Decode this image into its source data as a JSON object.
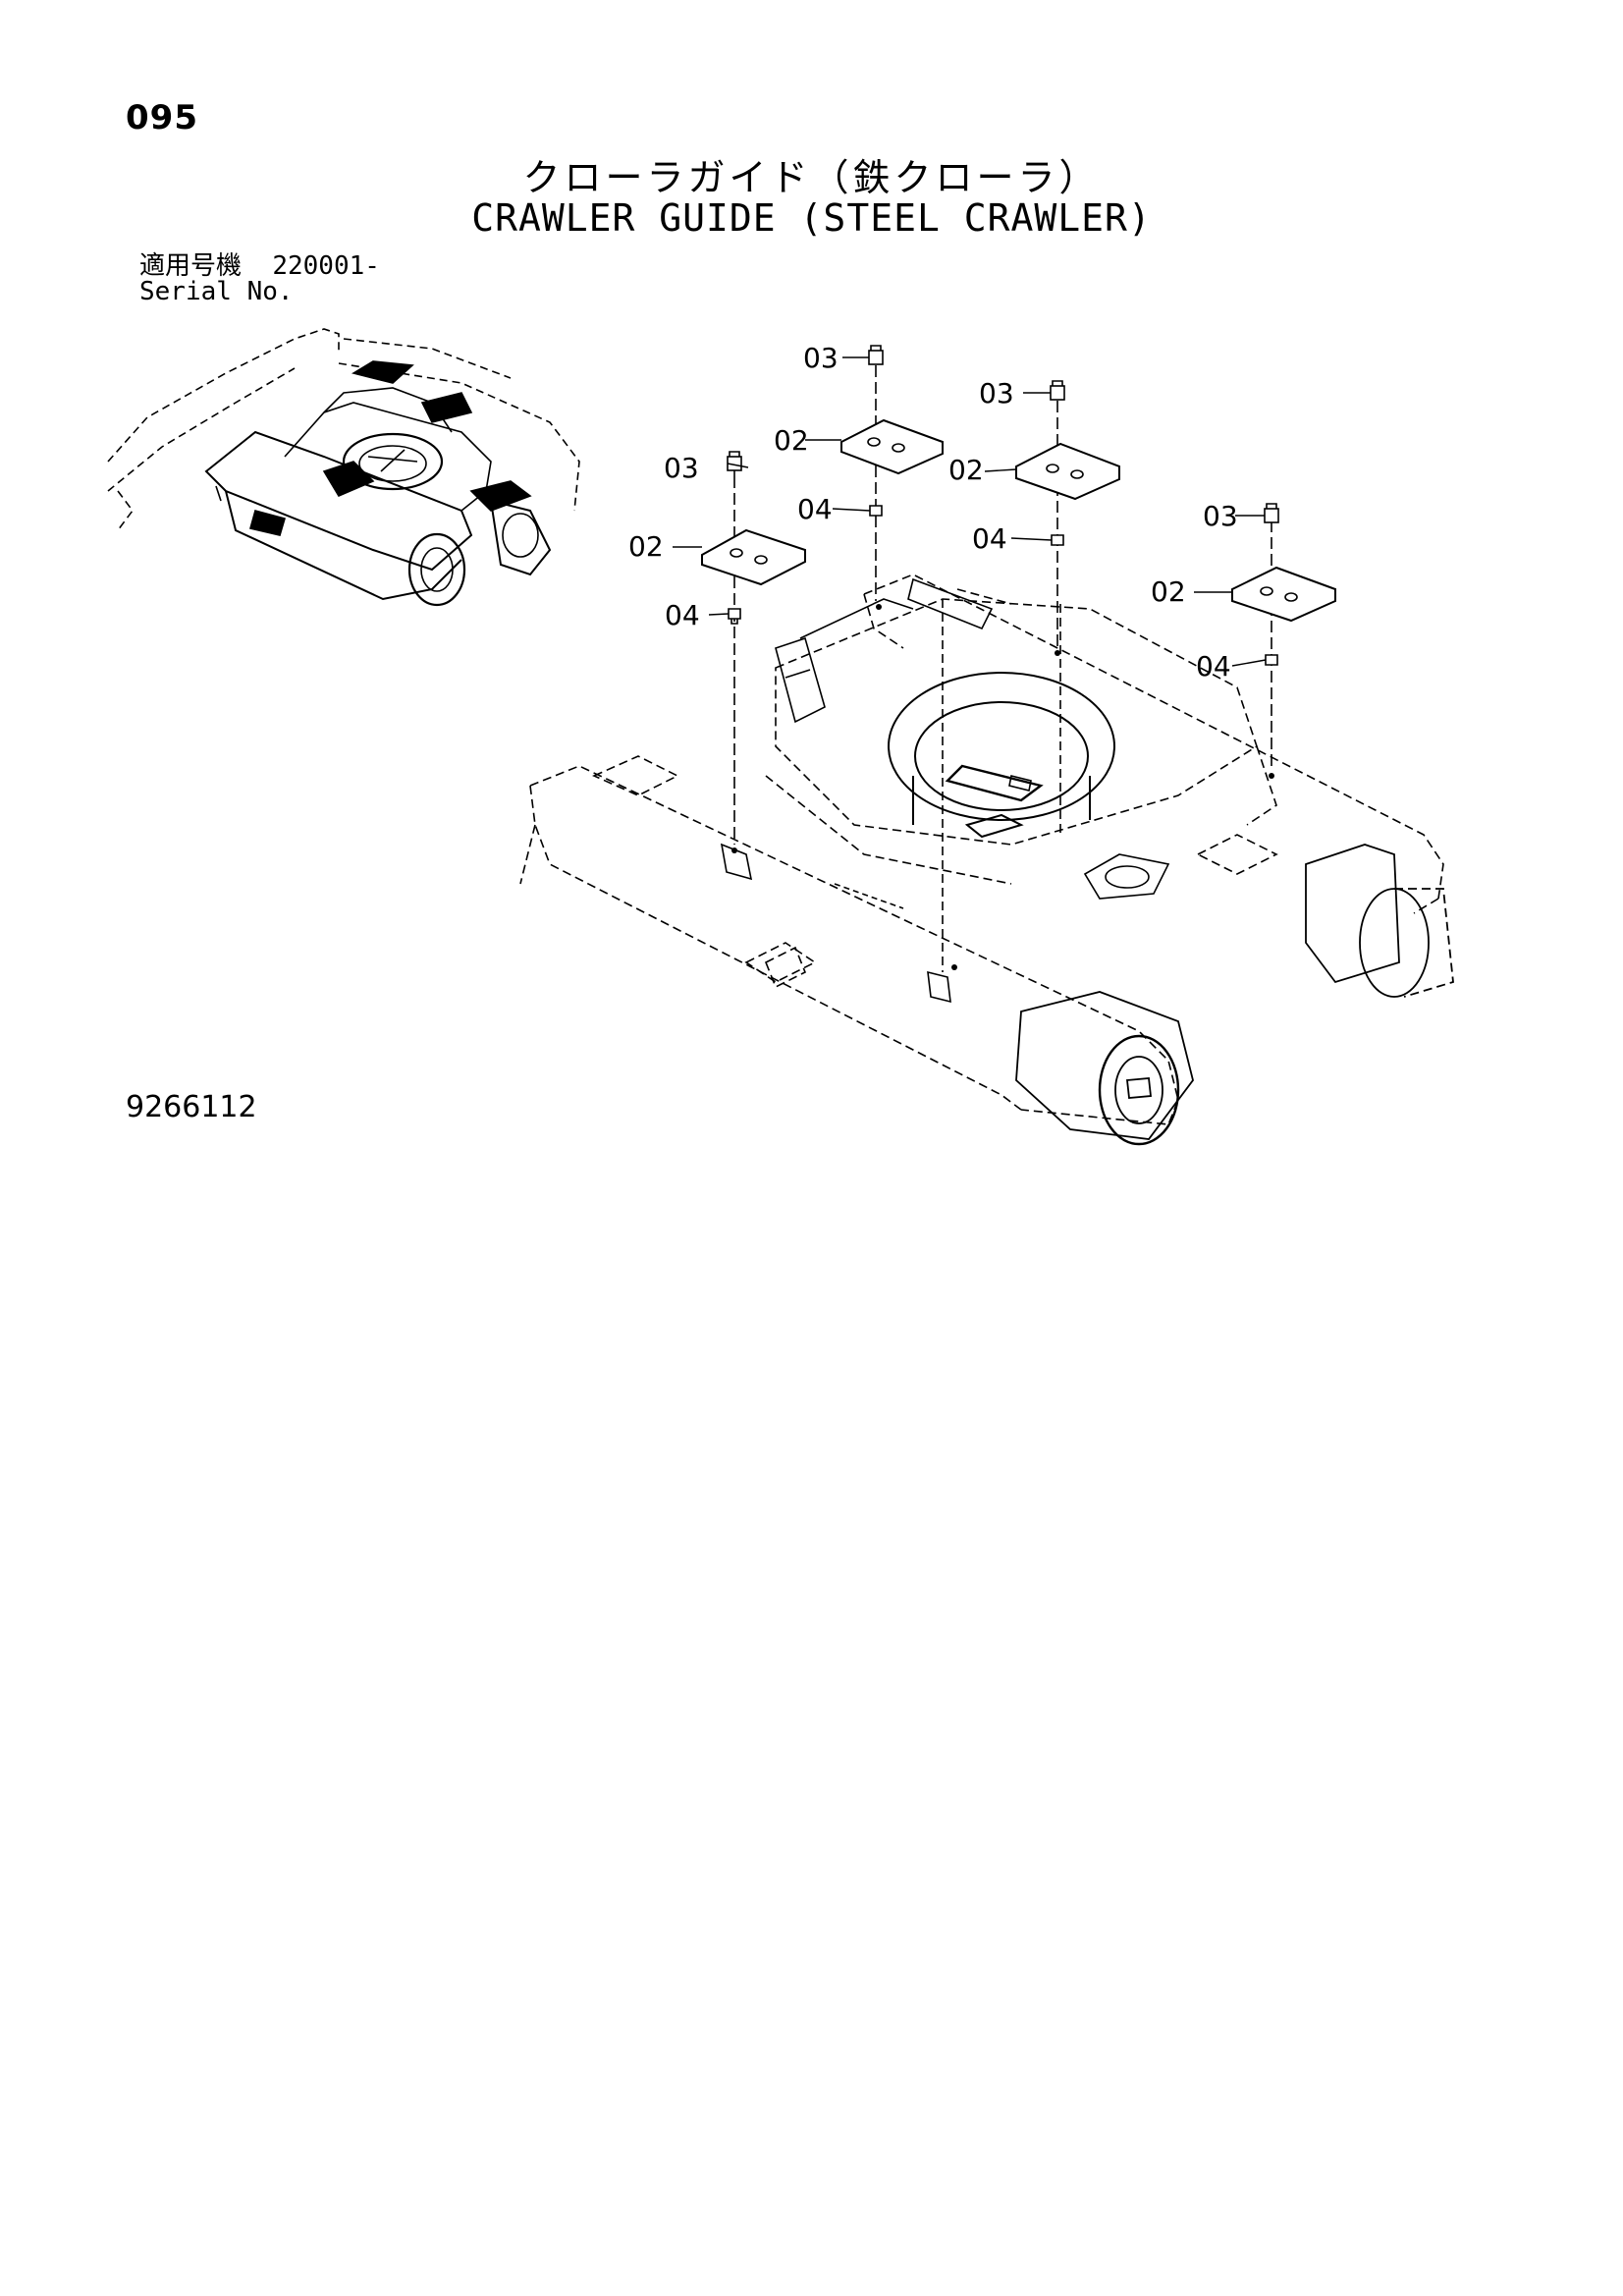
{
  "page_number": "095",
  "title_jp": "クローラガイド（鉄クローラ）",
  "title_en": "CRAWLER GUIDE (STEEL CRAWLER)",
  "serial": {
    "label_jp": "適用号機",
    "range": "220001-",
    "label_en": "Serial No."
  },
  "figure_code": "9266112",
  "callouts": [
    "03",
    "02",
    "04",
    "03",
    "02",
    "04",
    "03",
    "02",
    "04",
    "03",
    "02",
    "04"
  ]
}
